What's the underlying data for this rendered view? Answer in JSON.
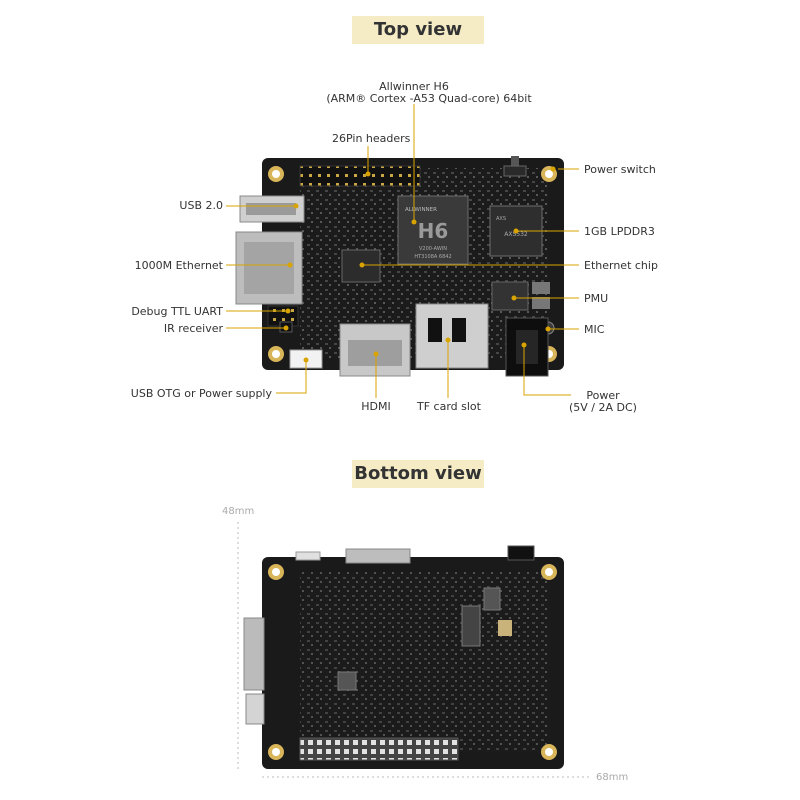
{
  "titles": {
    "top": "Top view",
    "bottom": "Bottom view"
  },
  "top_labels": {
    "soc_line1": "Allwinner H6",
    "soc_line2": "(ARM® Cortex -A53 Quad-core)  64bit",
    "headers": "26Pin headers",
    "power_switch": "Power switch",
    "usb2": "USB 2.0",
    "lpddr": "1GB LPDDR3",
    "ethernet": "1000M Ethernet",
    "ethernet_chip": "Ethernet chip",
    "pmu": "PMU",
    "uart": "Debug TTL UART",
    "ir": "IR receiver",
    "mic": "MIC",
    "otg": "USB OTG or Power supply",
    "hdmi": "HDMI",
    "tf": "TF card slot",
    "power_line1": "Power",
    "power_line2": "(5V / 2A DC)"
  },
  "chip_text": {
    "h6_brand": "ALLWINNER",
    "h6": "H6",
    "h6_code1": "V200-AWIN",
    "h6_code2": "HT3108A  6842",
    "ram_brand": "AXS",
    "ram_code": "AXS532"
  },
  "dimensions": {
    "height": "48mm",
    "width": "68mm"
  }
}
